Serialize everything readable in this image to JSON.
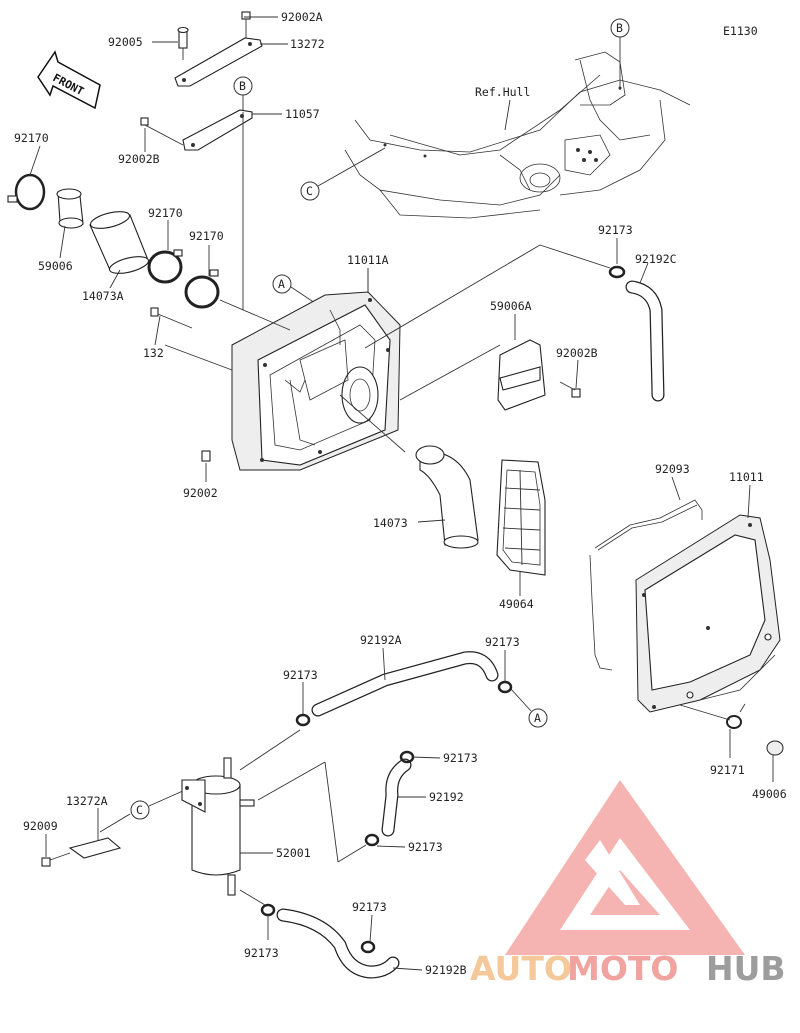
{
  "diagram": {
    "code": "E1130",
    "front_label": "FRONT",
    "ref_label": "Ref.Hull",
    "ref_markers": {
      "a": "A",
      "b": "B",
      "c": "C"
    },
    "watermark": {
      "brand_part1": "AUTO",
      "brand_part2": "MOTO",
      "brand_part3": "HUB",
      "brand_colors": {
        "logo": "#f4a7a4",
        "auto": "#f5c89a",
        "moto": "#f1a3a0",
        "hub": "#9d9d9d"
      }
    },
    "parts": {
      "p92002A": "92002A",
      "p92005": "92005",
      "p13272": "13272",
      "p11057": "11057",
      "p92002B_top": "92002B",
      "p92170_left": "92170",
      "p59006": "59006",
      "p14073A": "14073A",
      "p92170_mid": "92170",
      "p92170_mid2": "92170",
      "p11011A": "11011A",
      "p132": "132",
      "p92002": "92002",
      "p92173_tr": "92173",
      "p92192C": "92192C",
      "p59006A": "59006A",
      "p92002B_mid": "92002B",
      "p14073": "14073",
      "p49064": "49064",
      "p92093": "92093",
      "p11011": "11011",
      "p92192A": "92192A",
      "p92173_a": "92173",
      "p92173_b": "92173",
      "p92173_c": "92173",
      "p92192": "92192",
      "p92173_d": "92173",
      "p13272A": "13272A",
      "p92009": "92009",
      "p52001": "52001",
      "p92173_e": "92173",
      "p92173_f": "92173",
      "p92192B": "92192B",
      "p92171": "92171",
      "p49006": "49006"
    }
  }
}
